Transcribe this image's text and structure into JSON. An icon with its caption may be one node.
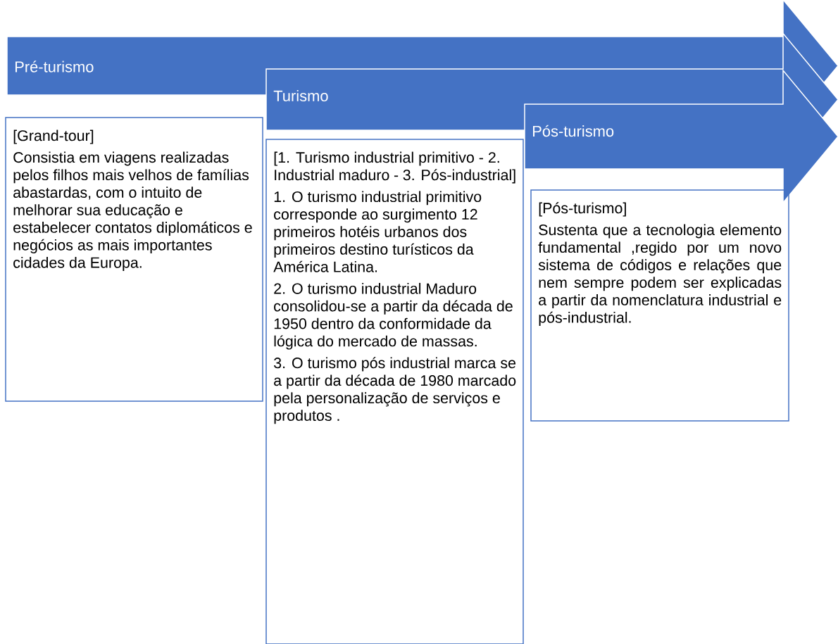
{
  "diagram": {
    "nodes": [
      {
        "text": [
          "Pré-turismo"
        ]
      },
      {
        "text": [
          "Turismo"
        ]
      },
      {
        "text": [
          "Pós-turismo"
        ]
      },
      {
        "text": [
          "[Grand-tour]",
          "Consistia em viagens realizadas pelos filhos mais velhos de famílias abastardas, com o intuito de melhorar sua educação e estabelecer contatos diplomáticos e negócios as mais importantes cidades da Europa."
        ]
      },
      {
        "text": [
          "[1. Turismo industrial primitivo - 2. Industrial maduro - 3. Pós-industrial]",
          "1. O turismo industrial primitivo corresponde ao surgimento 12 primeiros hotéis urbanos dos primeiros destino turísticos da América Latina.",
          "2. O turismo industrial Maduro  consolidou-se a partir da década de 1950 dentro da conformidade da lógica do mercado de massas.",
          "3. O turismo pós industrial marca se a partir da década de 1980 marcado pela personalização de serviços e produtos ."
        ]
      },
      {
        "text": [
          "[Pós-turismo]",
          "Sustenta que a tecnologia elemento fundamental ,regido por um novo sistema de códigos e relações que nem sempre podem ser explicadas a partir da nomenclatura industrial e pós-industrial."
        ]
      }
    ]
  }
}
